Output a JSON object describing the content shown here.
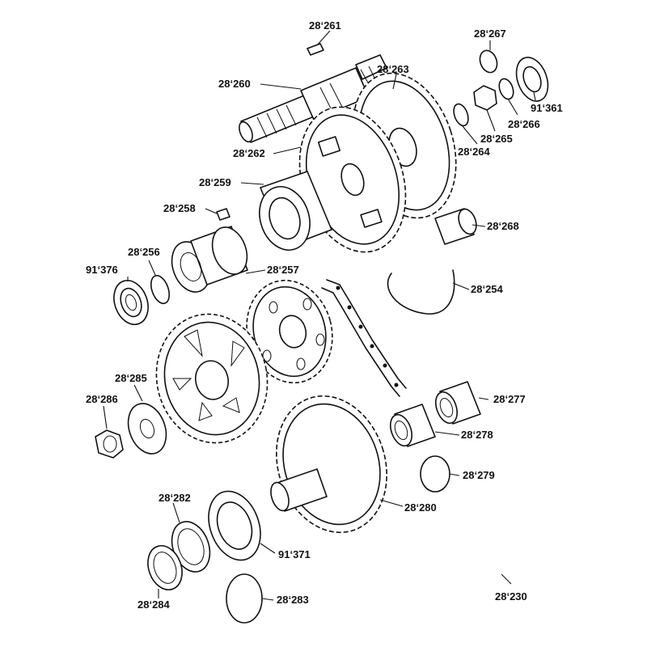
{
  "parts": [
    {
      "id": "p28261",
      "label": "28‘261"
    },
    {
      "id": "p28260",
      "label": "28‘260"
    },
    {
      "id": "p28263",
      "label": "28‘263"
    },
    {
      "id": "p28267",
      "label": "28‘267"
    },
    {
      "id": "p91361",
      "label": "91‘361"
    },
    {
      "id": "p28266",
      "label": "28‘266"
    },
    {
      "id": "p28265",
      "label": "28‘265"
    },
    {
      "id": "p28264",
      "label": "28‘264"
    },
    {
      "id": "p28262",
      "label": "28‘262"
    },
    {
      "id": "p28259",
      "label": "28‘259"
    },
    {
      "id": "p28258",
      "label": "28‘258"
    },
    {
      "id": "p28268",
      "label": "28‘268"
    },
    {
      "id": "p28256",
      "label": "28‘256"
    },
    {
      "id": "p91376",
      "label": "91‘376"
    },
    {
      "id": "p28257",
      "label": "28‘257"
    },
    {
      "id": "p28254",
      "label": "28‘254"
    },
    {
      "id": "p28285",
      "label": "28‘285"
    },
    {
      "id": "p28286",
      "label": "28‘286"
    },
    {
      "id": "p28277",
      "label": "28‘277"
    },
    {
      "id": "p28278",
      "label": "28‘278"
    },
    {
      "id": "p28279",
      "label": "28‘279"
    },
    {
      "id": "p28280",
      "label": "28‘280"
    },
    {
      "id": "p28282",
      "label": "28‘282"
    },
    {
      "id": "p91371",
      "label": "91‘371"
    },
    {
      "id": "p28284",
      "label": "28‘284"
    },
    {
      "id": "p28283",
      "label": "28‘283"
    },
    {
      "id": "p28230",
      "label": "28‘230"
    }
  ]
}
